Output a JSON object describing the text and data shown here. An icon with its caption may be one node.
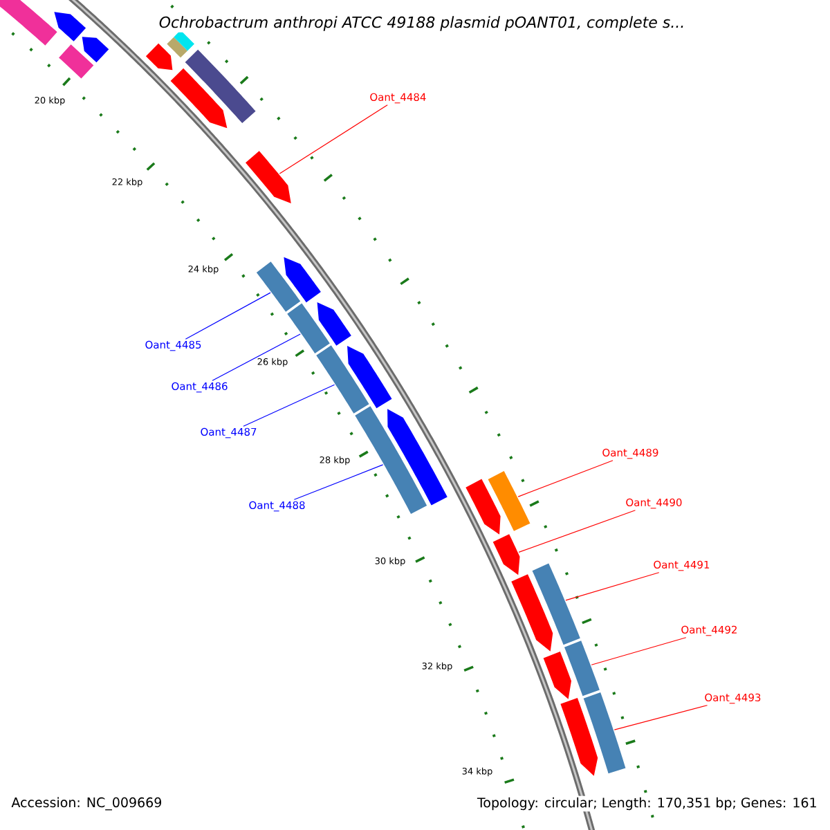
{
  "diagram": {
    "title": "Ochrobactrum anthropi ATCC 49188 plasmid pOANT01, complete s...",
    "nodes": [
      {
        "text": [
          "Oant_4484"
        ]
      },
      {
        "text": [
          "Oant_4485"
        ]
      },
      {
        "text": [
          "Oant_4486"
        ]
      },
      {
        "text": [
          "Oant_4487"
        ]
      },
      {
        "text": [
          "Oant_4488"
        ]
      },
      {
        "text": [
          "Oant_4489"
        ]
      },
      {
        "text": [
          "Oant_4490"
        ]
      },
      {
        "text": [
          "Oant_4491"
        ]
      },
      {
        "text": [
          "Oant_4492"
        ]
      },
      {
        "text": [
          "Oant_4493"
        ]
      },
      {
        "text": [],
        "shape": "bar"
      },
      {
        "text": [],
        "shape": "bar"
      },
      {
        "text": [],
        "shape": "bar"
      },
      {
        "text": [],
        "shape": "bar"
      },
      {
        "text": [],
        "shape": "bar"
      },
      {
        "text": [],
        "shape": "bar"
      },
      {
        "text": [],
        "shape": "bar"
      },
      {
        "text": [],
        "shape": "bar"
      },
      {
        "text": [],
        "shape": "bar"
      },
      {
        "text": [],
        "shape": "bar"
      },
      {
        "text": [],
        "shape": "bar"
      }
    ],
    "edges": [
      {
        "from": 0,
        "to": 10,
        "arrow": "none"
      },
      {
        "from": 1,
        "to": 11,
        "arrow": "none",
        "color": "#0000ff"
      },
      {
        "from": 2,
        "to": 12,
        "arrow": "none",
        "color": "#0000ff"
      },
      {
        "from": 3,
        "to": 13,
        "arrow": "none",
        "color": "#0000ff"
      },
      {
        "from": 4,
        "to": 14,
        "arrow": "none",
        "color": "#0000ff"
      },
      {
        "from": 5,
        "to": 15,
        "arrow": "none"
      },
      {
        "from": 6,
        "to": 16,
        "arrow": "none"
      },
      {
        "from": 7,
        "to": 17,
        "arrow": "none"
      },
      {
        "from": 8,
        "to": 18,
        "arrow": "none"
      },
      {
        "from": 9,
        "to": 19,
        "arrow": "none"
      }
    ],
    "labels": [
      "20 kbp",
      "22 kbp",
      "24 kbp",
      "26 kbp",
      "28 kbp",
      "30 kbp",
      "32 kbp",
      "34 kbp",
      "Accession: NC_009669",
      "Topology: circular; Length: 170,351 bp; Genes: 161"
    ]
  }
}
